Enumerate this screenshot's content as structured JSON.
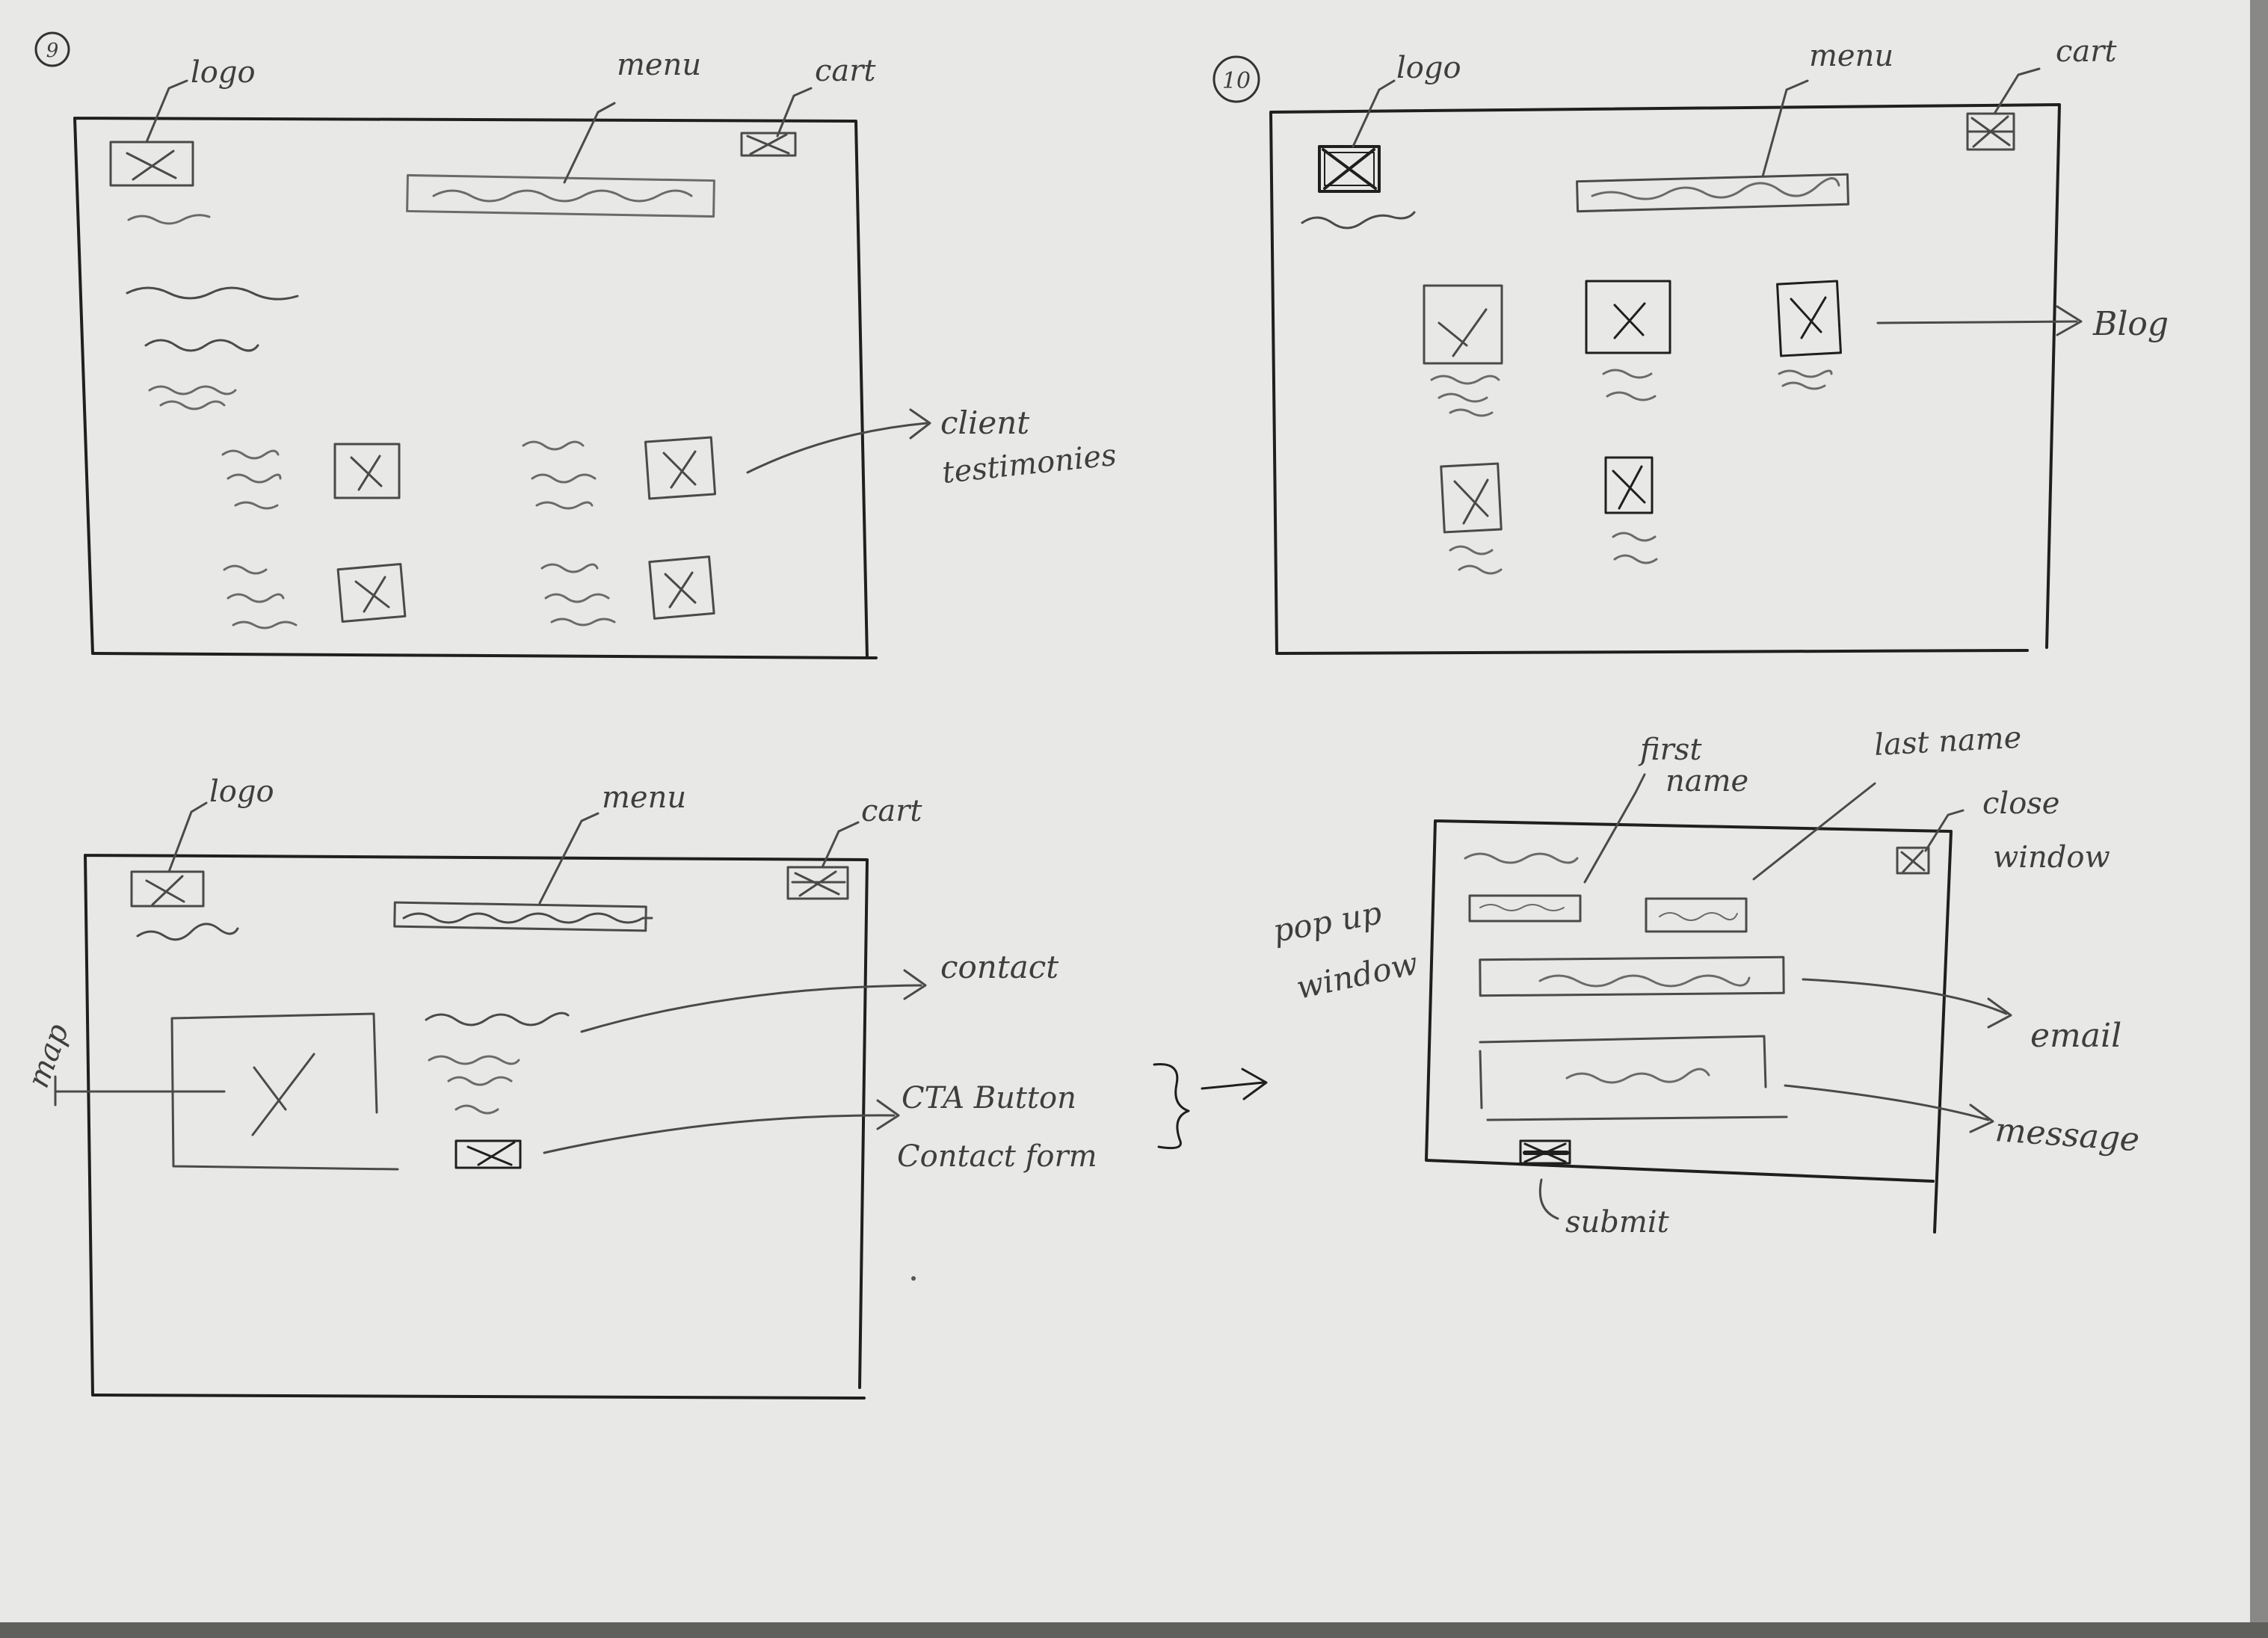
{
  "sheet": {
    "paper_color": "#e8e8e6",
    "ink_dark": "#1f1f1f",
    "ink_pencil": "#4a4a4a"
  },
  "wireframes": [
    {
      "page_number": "9",
      "labels": {
        "logo": "logo",
        "menu": "menu",
        "cart": "cart",
        "annotation_line1": "client",
        "annotation_line2": "testimonies"
      }
    },
    {
      "page_number": "10",
      "labels": {
        "logo": "logo",
        "menu": "menu",
        "cart": "cart",
        "annotation": "Blog"
      }
    },
    {
      "page_number": "",
      "labels": {
        "logo": "logo",
        "menu": "menu",
        "cart": "cart",
        "map": "map",
        "contact": "contact",
        "cta_line1": "CTA Button",
        "cta_line2": "Contact form"
      }
    },
    {
      "page_number": "",
      "labels": {
        "first_name_line1": "first",
        "first_name_line2": "name",
        "last_name": "last name",
        "close_line1": "close",
        "close_line2": "window",
        "popup_line1": "pop up",
        "popup_line2": "window",
        "email": "email",
        "message": "message",
        "submit": "submit"
      }
    }
  ]
}
